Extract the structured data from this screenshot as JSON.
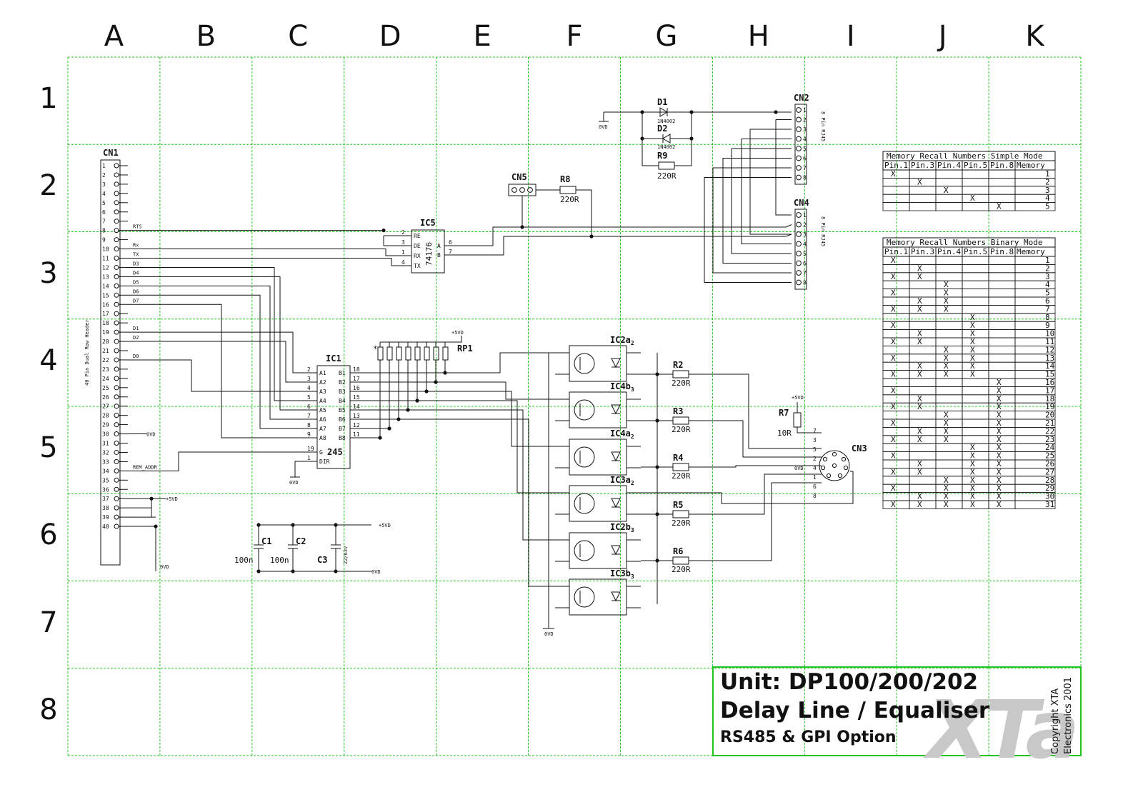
{
  "grid": {
    "columns": [
      "A",
      "B",
      "C",
      "D",
      "E",
      "F",
      "G",
      "H",
      "I",
      "J",
      "K"
    ],
    "rows": [
      "1",
      "2",
      "3",
      "4",
      "5",
      "6",
      "7",
      "8"
    ]
  },
  "colors": {
    "grid": "#22c322",
    "ink": "#111111",
    "logo": "#c8c8c8"
  },
  "title_block": {
    "line1": "Unit:  DP100/200/202",
    "line2": "Delay Line / Equaliser",
    "line3": "RS485 & GPI Option",
    "logo": "XTa",
    "copyright_1": "Copyright XTA",
    "copyright_2": "Electronics 2001"
  },
  "components": {
    "cn1": {
      "ref": "CN1",
      "desc": "40 Pin Dual Row Header"
    },
    "cn2": {
      "ref": "CN2",
      "desc": "8 Pin RJ45"
    },
    "cn3": {
      "ref": "CN3"
    },
    "cn4": {
      "ref": "CN4",
      "desc": "8 Pin RJ45"
    },
    "cn5": {
      "ref": "CN5"
    },
    "ic1": {
      "ref": "IC1",
      "part": "245"
    },
    "ic5": {
      "ref": "IC5",
      "part": "74176"
    },
    "rp1": {
      "ref": "RP1",
      "supply": "+5VD"
    },
    "d1": {
      "ref": "D1",
      "part": "1N4002"
    },
    "d2": {
      "ref": "D2",
      "part": "1N4002"
    },
    "r2": {
      "ref": "R2",
      "value": "220R"
    },
    "r3": {
      "ref": "R3",
      "value": "220R"
    },
    "r4": {
      "ref": "R4",
      "value": "220R"
    },
    "r5": {
      "ref": "R5",
      "value": "220R"
    },
    "r6": {
      "ref": "R6",
      "value": "220R"
    },
    "r7": {
      "ref": "R7",
      "value": "10R"
    },
    "r8": {
      "ref": "R8",
      "value": "220R"
    },
    "r9": {
      "ref": "R9",
      "value": "220R"
    },
    "c1": {
      "ref": "C1",
      "value": "100n"
    },
    "c2": {
      "ref": "C2",
      "value": "100n"
    },
    "c3": {
      "ref": "C3",
      "value": "22/63v"
    },
    "opto": [
      "IC2a2",
      "IC4b3",
      "IC4a2",
      "IC3a2",
      "IC2b3",
      "IC3b3"
    ]
  },
  "nets": {
    "cn1_signals": [
      {
        "pin": 8,
        "name": "RTS"
      },
      {
        "pin": 10,
        "name": "Rx"
      },
      {
        "pin": 11,
        "name": "TX"
      },
      {
        "pin": 12,
        "name": "D3"
      },
      {
        "pin": 13,
        "name": "D4"
      },
      {
        "pin": 14,
        "name": "D5"
      },
      {
        "pin": 15,
        "name": "D6"
      },
      {
        "pin": 16,
        "name": "D7"
      },
      {
        "pin": 19,
        "name": "D1"
      },
      {
        "pin": 20,
        "name": "D2"
      },
      {
        "pin": 22,
        "name": "D0"
      },
      {
        "pin": 30,
        "name": "0VD"
      },
      {
        "pin": 34,
        "name": "REM_ADDR"
      },
      {
        "pin": 37,
        "name": "+5VD"
      },
      {
        "pin": 40,
        "name": "0VD"
      }
    ],
    "ic5_pins_left": [
      [
        "2",
        "RE"
      ],
      [
        "3",
        "DE"
      ],
      [
        "1",
        "RX"
      ],
      [
        "4",
        "TX"
      ]
    ],
    "ic5_pins_right": [
      [
        "6",
        "A"
      ],
      [
        "7",
        "B"
      ]
    ],
    "ic1_pins_left": [
      [
        "2",
        "A1"
      ],
      [
        "3",
        "A2"
      ],
      [
        "4",
        "A3"
      ],
      [
        "5",
        "A4"
      ],
      [
        "6",
        "A5"
      ],
      [
        "7",
        "A6"
      ],
      [
        "8",
        "A7"
      ],
      [
        "9",
        "A8"
      ],
      [
        "19",
        "G"
      ],
      [
        "1",
        "DIR"
      ]
    ],
    "ic1_pins_right": [
      [
        "18",
        "B1"
      ],
      [
        "17",
        "B2"
      ],
      [
        "16",
        "B3"
      ],
      [
        "15",
        "B4"
      ],
      [
        "14",
        "B5"
      ],
      [
        "13",
        "B6"
      ],
      [
        "12",
        "B7"
      ],
      [
        "11",
        "B8"
      ]
    ],
    "cn3_pins": [
      "7",
      "3",
      "5",
      "2",
      "4",
      "1",
      "6",
      "8"
    ],
    "supply_labels": {
      "ground": "0VD",
      "vcc": "+5VD"
    }
  },
  "tables": {
    "simple": {
      "title": "Memory Recall Numbers Simple Mode",
      "headers": [
        "Pin.1",
        "Pin.3",
        "Pin.4",
        "Pin.5",
        "Pin.8",
        "Memory"
      ],
      "rows": [
        [
          "X",
          "",
          "",
          "",
          "",
          "1"
        ],
        [
          "",
          "X",
          "",
          "",
          "",
          "2"
        ],
        [
          "",
          "",
          "X",
          "",
          "",
          "3"
        ],
        [
          "",
          "",
          "",
          "X",
          "",
          "4"
        ],
        [
          "",
          "",
          "",
          "",
          "X",
          "5"
        ]
      ]
    },
    "binary": {
      "title": "Memory Recall Numbers Binary Mode",
      "headers": [
        "Pin.1",
        "Pin.3",
        "Pin.4",
        "Pin.5",
        "Pin.8",
        "Memory"
      ],
      "rows": [
        [
          "X",
          "",
          "",
          "",
          "",
          "1"
        ],
        [
          "",
          "X",
          "",
          "",
          "",
          "2"
        ],
        [
          "X",
          "X",
          "",
          "",
          "",
          "3"
        ],
        [
          "",
          "",
          "X",
          "",
          "",
          "4"
        ],
        [
          "X",
          "",
          "X",
          "",
          "",
          "5"
        ],
        [
          "",
          "X",
          "X",
          "",
          "",
          "6"
        ],
        [
          "X",
          "X",
          "X",
          "",
          "",
          "7"
        ],
        [
          "",
          "",
          "",
          "X",
          "",
          "8"
        ],
        [
          "X",
          "",
          "",
          "X",
          "",
          "9"
        ],
        [
          "",
          "X",
          "",
          "X",
          "",
          "10"
        ],
        [
          "X",
          "X",
          "",
          "X",
          "",
          "11"
        ],
        [
          "",
          "",
          "X",
          "X",
          "",
          "12"
        ],
        [
          "X",
          "",
          "X",
          "X",
          "",
          "13"
        ],
        [
          "",
          "X",
          "X",
          "X",
          "",
          "14"
        ],
        [
          "X",
          "X",
          "X",
          "X",
          "",
          "15"
        ],
        [
          "",
          "",
          "",
          "",
          "X",
          "16"
        ],
        [
          "X",
          "",
          "",
          "",
          "X",
          "17"
        ],
        [
          "",
          "X",
          "",
          "",
          "X",
          "18"
        ],
        [
          "X",
          "X",
          "",
          "",
          "X",
          "19"
        ],
        [
          "",
          "",
          "X",
          "",
          "X",
          "20"
        ],
        [
          "X",
          "",
          "X",
          "",
          "X",
          "21"
        ],
        [
          "",
          "X",
          "X",
          "",
          "X",
          "22"
        ],
        [
          "X",
          "X",
          "X",
          "",
          "X",
          "23"
        ],
        [
          "",
          "",
          "",
          "X",
          "X",
          "24"
        ],
        [
          "X",
          "",
          "",
          "X",
          "X",
          "25"
        ],
        [
          "",
          "X",
          "",
          "X",
          "X",
          "26"
        ],
        [
          "X",
          "X",
          "",
          "X",
          "X",
          "27"
        ],
        [
          "",
          "",
          "X",
          "X",
          "X",
          "28"
        ],
        [
          "X",
          "",
          "X",
          "X",
          "X",
          "29"
        ],
        [
          "",
          "X",
          "X",
          "X",
          "X",
          "30"
        ],
        [
          "X",
          "X",
          "X",
          "X",
          "X",
          "31"
        ]
      ]
    }
  }
}
